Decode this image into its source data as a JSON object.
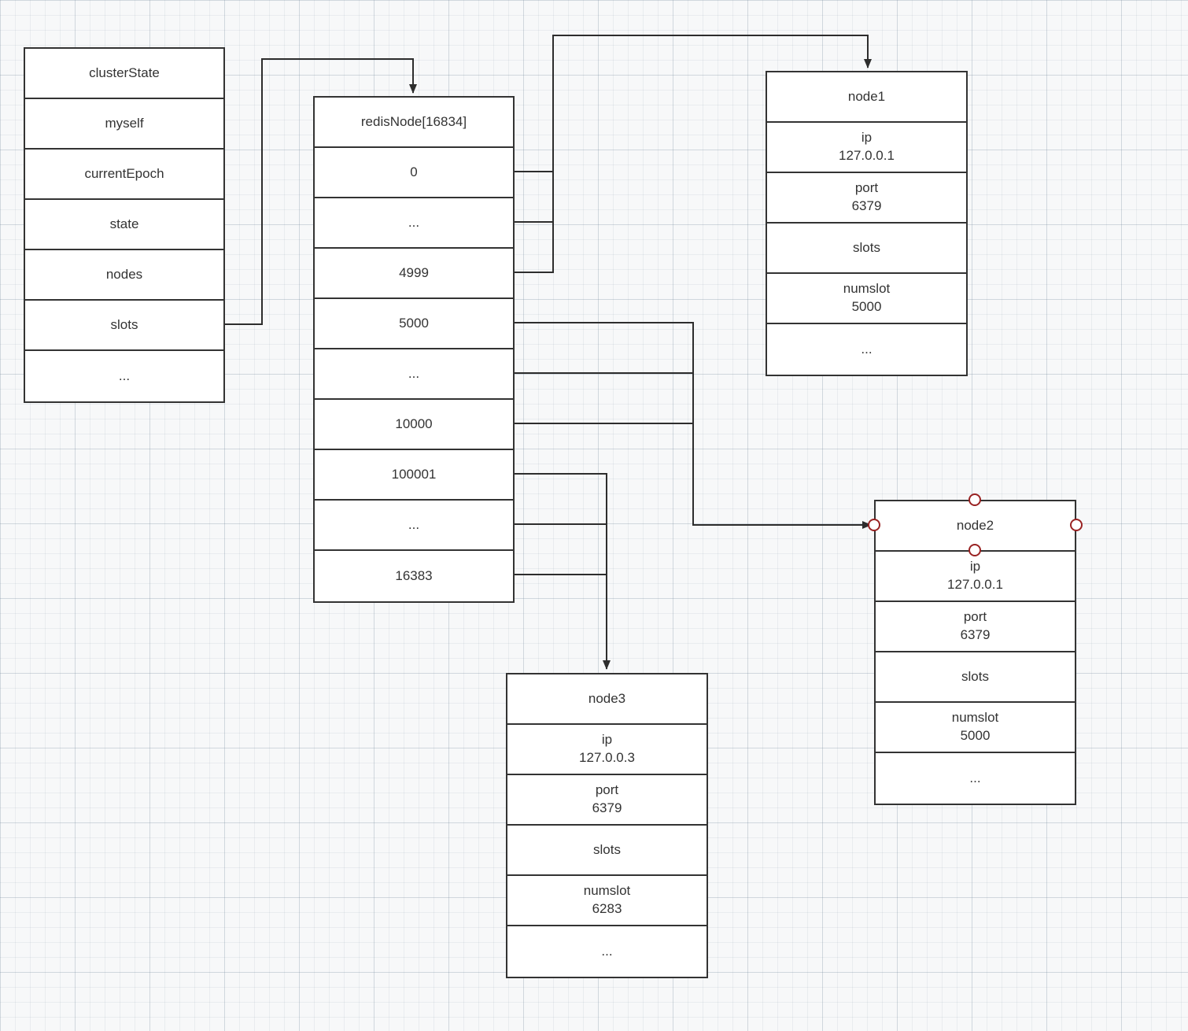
{
  "colors": {
    "line": "#2d2d2d",
    "border": "#333333",
    "fill": "#ffffff",
    "text": "#333333",
    "handle": "#992222",
    "background": "#f7f8f9"
  },
  "cluster_state": {
    "rows": [
      "clusterState",
      "myself",
      "currentEpoch",
      "state",
      "nodes",
      "slots",
      "..."
    ]
  },
  "redis_node": {
    "header": "redisNode[16834]",
    "rows": [
      "0",
      "...",
      "4999",
      "5000",
      "...",
      "10000",
      "100001",
      "...",
      "16383"
    ]
  },
  "node1": {
    "header": "node1",
    "ip_label": "ip",
    "ip_value": "127.0.0.1",
    "port_label": "port",
    "port_value": "6379",
    "slots_label": "slots",
    "numslot_label": "numslot",
    "numslot_value": "5000",
    "ellipsis": "..."
  },
  "node2": {
    "header": "node2",
    "ip_label": "ip",
    "ip_value": "127.0.0.1",
    "port_label": "port",
    "port_value": "6379",
    "slots_label": "slots",
    "numslot_label": "numslot",
    "numslot_value": "5000",
    "ellipsis": "..."
  },
  "node3": {
    "header": "node3",
    "ip_label": "ip",
    "ip_value": "127.0.0.3",
    "port_label": "port",
    "port_value": "6379",
    "slots_label": "slots",
    "numslot_label": "numslot",
    "numslot_value": "6283",
    "ellipsis": "..."
  }
}
